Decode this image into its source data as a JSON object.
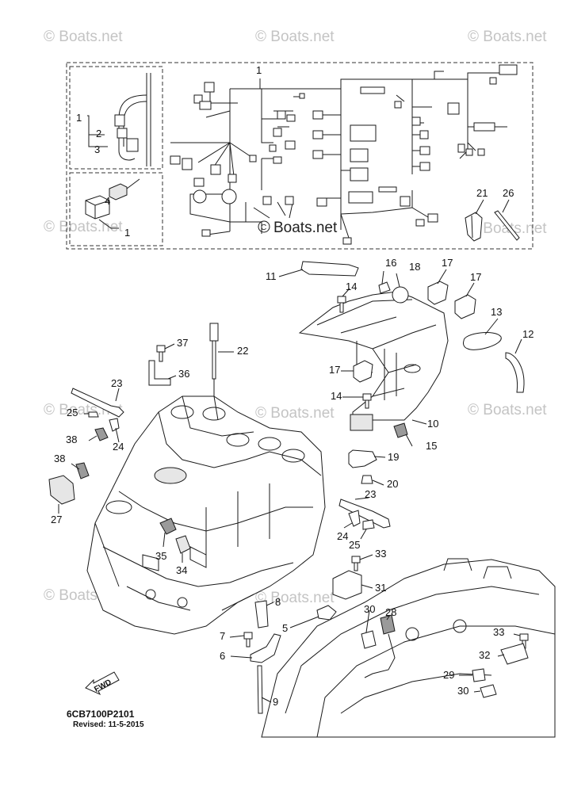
{
  "watermark": {
    "text": "© Boats.net",
    "center_text": "Boats.net"
  },
  "diagram": {
    "code": "6CB7100P2101",
    "revised": "Revised: 11-5-2015",
    "fwd_label": "FWD"
  },
  "callouts": [
    "1",
    "1",
    "2",
    "3",
    "4",
    "1",
    "21",
    "26",
    "11",
    "16",
    "18",
    "17",
    "17",
    "14",
    "13",
    "12",
    "37",
    "22",
    "36",
    "17",
    "23",
    "14",
    "10",
    "25",
    "15",
    "24",
    "38",
    "19",
    "38",
    "20",
    "23",
    "27",
    "24",
    "25",
    "35",
    "34",
    "33",
    "31",
    "8",
    "30",
    "28",
    "5",
    "33",
    "7",
    "32",
    "6",
    "29",
    "30",
    "9"
  ]
}
